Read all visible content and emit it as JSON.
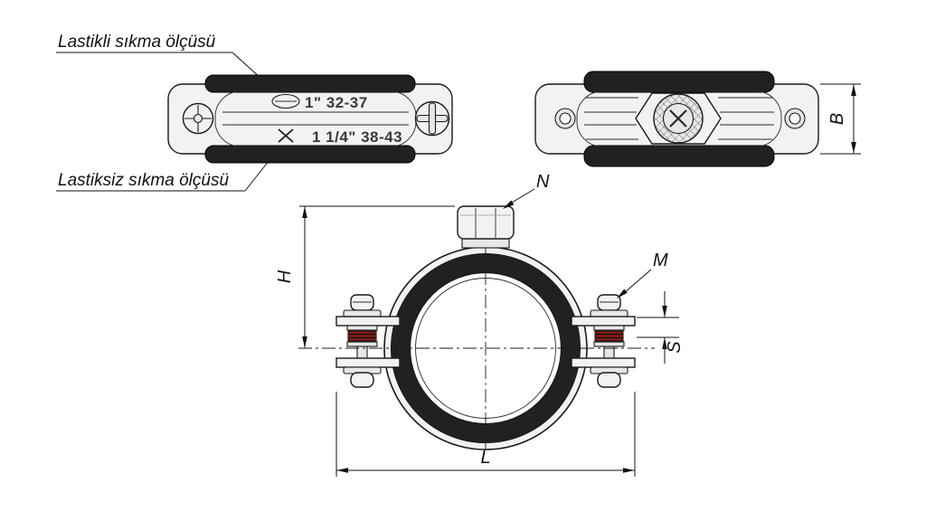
{
  "callouts": {
    "with_rubber": "Lastikli sıkma ölçüsü",
    "without_rubber": "Lastiksiz sıkma ölçüsü"
  },
  "stamp": {
    "line1": "1\" 32-37",
    "line2": "1 1/4\" 38-43"
  },
  "dims": {
    "width_label": "B",
    "height_label": "H",
    "length_label": "L",
    "thickness_label": "S",
    "bolt_label": "M",
    "nut_label": "N"
  },
  "colors": {
    "line": "#1a1a1a",
    "rubber": "#212121",
    "metal": "#f2f2f0",
    "red_washer": "#8c1b15",
    "background": "#ffffff"
  }
}
